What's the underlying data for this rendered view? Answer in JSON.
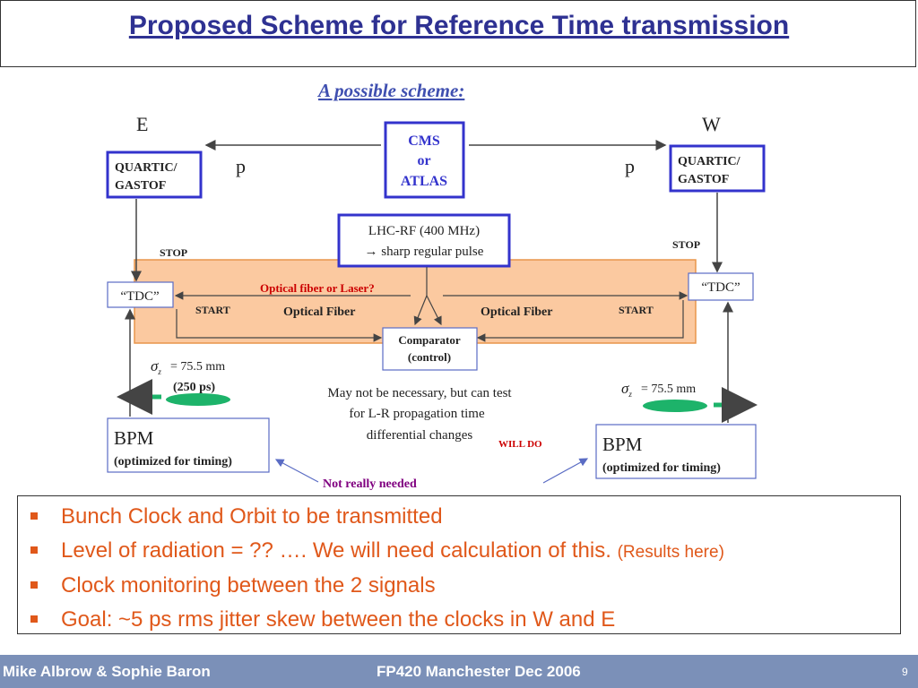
{
  "slide": {
    "title": "Proposed Scheme for Reference Time transmission"
  },
  "diagram": {
    "heading": "A possible scheme:",
    "east_label": "E",
    "west_label": "W",
    "cms": {
      "line1": "CMS",
      "line2": "or",
      "line3": "ATLAS"
    },
    "quartic_left": {
      "line1": "QUARTIC/",
      "line2": "GASTOF"
    },
    "quartic_right": {
      "line1": "QUARTIC/",
      "line2": "GASTOF"
    },
    "p_left": "p",
    "p_right": "p",
    "lhc_rf": {
      "line1": "LHC-RF (400 MHz)",
      "line2": "→ sharp regular pulse"
    },
    "stop_left": "STOP",
    "stop_right": "STOP",
    "tdc_left": "“TDC”",
    "tdc_right": "“TDC”",
    "optical_question": "Optical fiber or Laser?",
    "start_left": "START",
    "start_right": "START",
    "fiber_left": "Optical Fiber",
    "fiber_right": "Optical Fiber",
    "comparator": {
      "line1": "Comparator",
      "line2": "(control)"
    },
    "sigma_left": "= 75.5 mm",
    "sigma_left_ps": "(250 ps)",
    "sigma_right": "= 75.5 mm",
    "sigma_symbol": "σ",
    "sigma_sub": "z",
    "note": {
      "line1": "May not be necessary, but can test",
      "line2": "for L-R propagation time",
      "line3": "differential changes"
    },
    "will_do": "WILL DO",
    "not_needed": "Not really needed",
    "bpm_left": {
      "line1": "BPM",
      "line2": "(optimized for timing)"
    },
    "bpm_right": {
      "line1": "BPM",
      "line2": "(optimized for timing)"
    }
  },
  "bullets": [
    {
      "text": "Bunch Clock and Orbit to be transmitted",
      "small": ""
    },
    {
      "text": "Level of radiation = ?? …. We will need calculation of this.",
      "small": "(Results here)"
    },
    {
      "text": "Clock monitoring between the 2 signals",
      "small": ""
    },
    {
      "text": "Goal: ~5 ps rms jitter skew between the clocks in W and E",
      "small": ""
    }
  ],
  "footer": {
    "authors": "Mike Albrow & Sophie Baron",
    "event": "FP420 Manchester Dec 2006",
    "page": "9"
  },
  "colors": {
    "title": "#2e3192",
    "box_border": "#3333cc",
    "orange_band": "#fbc9a0",
    "bullet_text": "#e0581a",
    "footer_bg": "#7b90b8",
    "red_note": "#cc0000",
    "purple_note": "#800080",
    "green": "#1db36a"
  }
}
